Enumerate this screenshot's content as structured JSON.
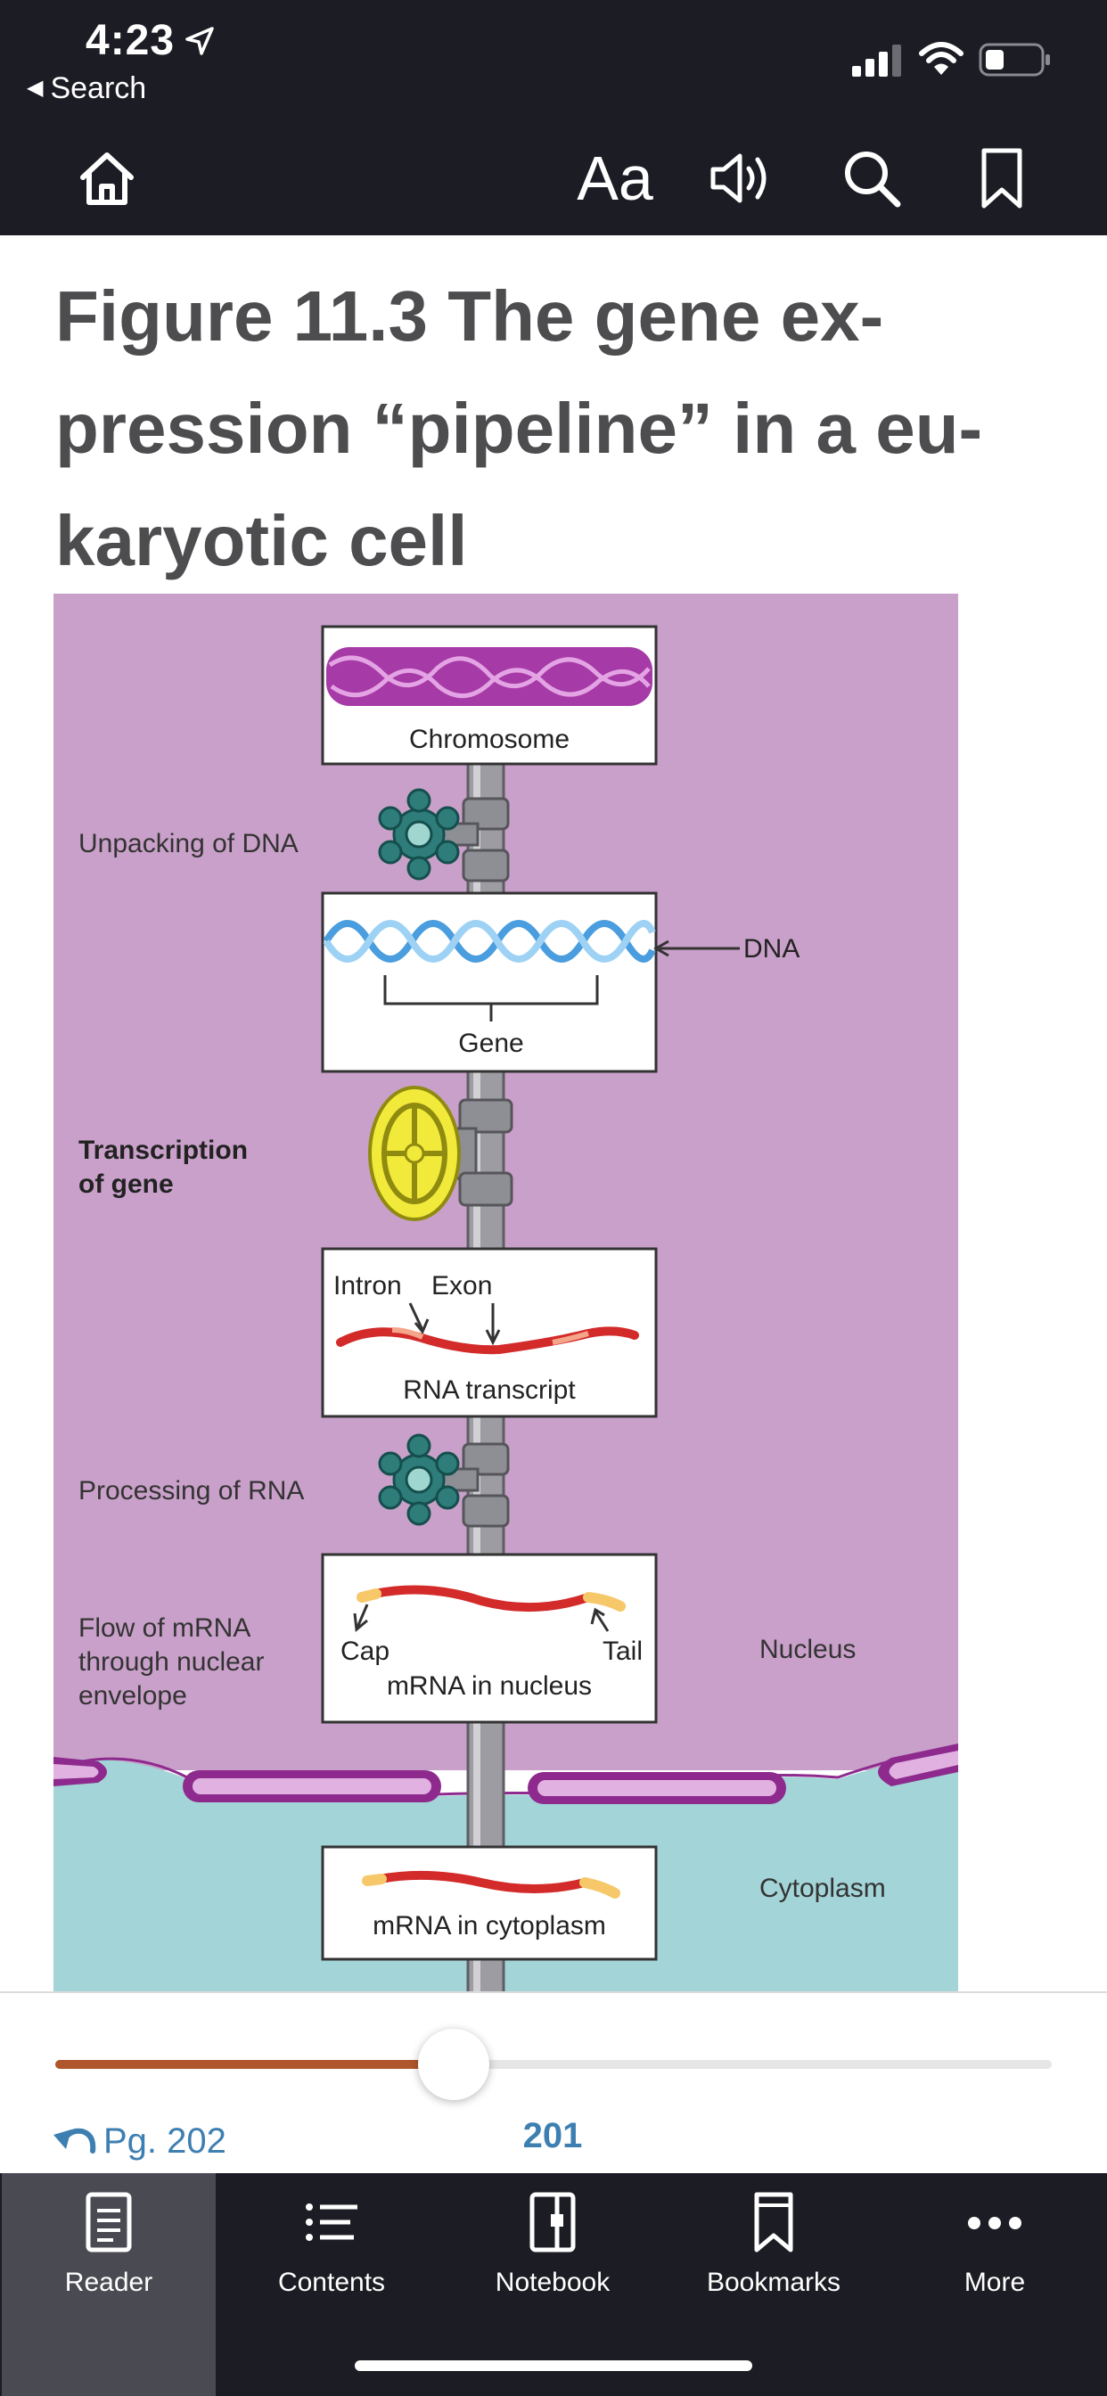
{
  "status": {
    "time": "4:23",
    "back_label": "Search"
  },
  "toolbar": {
    "font_label": "Aa",
    "icons": [
      "home-icon",
      "speaker-icon",
      "search-icon",
      "bookmark-icon"
    ]
  },
  "figure_title": "Figure 11.3 The gene ex-pression “pipeline” in a eu-karyotic cell",
  "diagram": {
    "boxes": {
      "chromosome": "Chromosome",
      "gene": "Gene",
      "rna_transcript": "RNA transcript",
      "mrna_nucleus": "mRNA in nucleus",
      "mrna_cytoplasm": "mRNA in cytoplasm"
    },
    "labels": {
      "dna": "DNA",
      "intron": "Intron",
      "exon": "Exon",
      "cap": "Cap",
      "tail": "Tail"
    },
    "steps": {
      "unpacking": "Unpacking of DNA",
      "transcription_1": "Transcription",
      "transcription_2": "of gene",
      "processing": "Processing of RNA",
      "flow_1": "Flow of mRNA",
      "flow_2": "through nuclear",
      "flow_3": "envelope"
    },
    "regions": {
      "nucleus": "Nucleus",
      "cytoplasm": "Cytoplasm"
    },
    "colors": {
      "nucleus": "#c9a0c9",
      "cytoplasm": "#a3d4d7",
      "rna": "#d32a2a",
      "membrane": "#8e2a8e",
      "valve": "#2e7d7a",
      "wheel": "#f2ea3a"
    }
  },
  "reader": {
    "back_page": "Pg. 202",
    "current_page": "201",
    "progress": 0.4
  },
  "tabs": [
    {
      "label": "Reader",
      "active": true
    },
    {
      "label": "Contents",
      "active": false
    },
    {
      "label": "Notebook",
      "active": false
    },
    {
      "label": "Bookmarks",
      "active": false
    },
    {
      "label": "More",
      "active": false
    }
  ],
  "theme": {
    "bar_bg": "#1c1c24",
    "accent": "#3e7fb1",
    "slider_fill": "#b0562c",
    "title_color": "#4d4d4f"
  }
}
